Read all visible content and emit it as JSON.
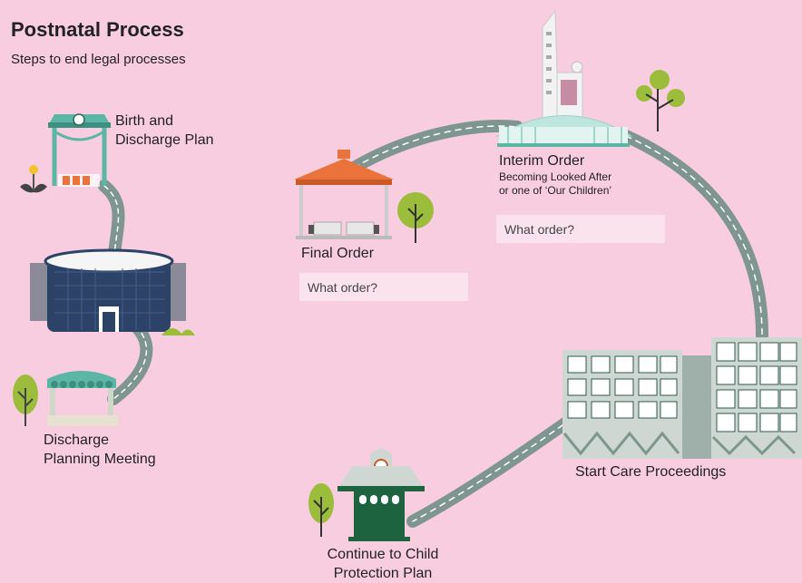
{
  "header": {
    "title": "Postnatal Process",
    "subtitle": "Steps to end legal processes"
  },
  "steps": {
    "birth": {
      "label_line1": "Birth and",
      "label_line2": "Discharge Plan"
    },
    "discharge_meeting": {
      "label_line1": "Discharge",
      "label_line2": "Planning Meeting"
    },
    "final_order": {
      "label": "Final Order",
      "answer_placeholder": "What order?"
    },
    "interim_order": {
      "label": "Interim Order",
      "sub_line1": "Becoming Looked After",
      "sub_line2": "or one of ‘Our Children’",
      "answer_placeholder": "What order?"
    },
    "care_proceedings": {
      "label": "Start Care Proceedings"
    },
    "child_protection": {
      "label_line1": "Continue to Child",
      "label_line2": "Protection Plan"
    }
  },
  "colors": {
    "background": "#f8cde0",
    "road": "#7f9690",
    "road_dash": "#ffffff",
    "tree_green": "#9bbd3b",
    "building_blue": "#2c4266",
    "pavilion_teal": "#5cb6a5",
    "gazebo_orange": "#e9733a",
    "station_green": "#1d6340"
  }
}
